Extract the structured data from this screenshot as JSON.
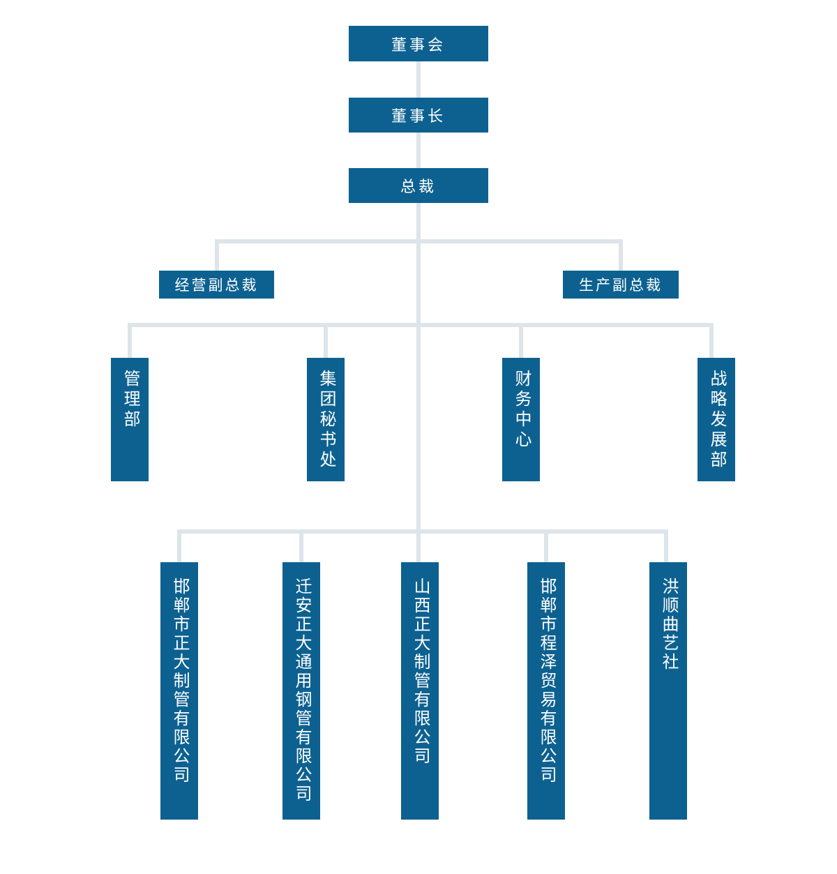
{
  "diagram": {
    "type": "org-chart",
    "background_color": "#ffffff",
    "node_color": "#0d6190",
    "node_text_color": "#ffffff",
    "connector_color": "#dde4ea"
  },
  "org": {
    "top_chain": [
      "董事会",
      "董事长",
      "总裁"
    ],
    "vice_presidents": [
      "经营副总裁",
      "生产副总裁"
    ],
    "departments": [
      "管理部",
      "集团秘书处",
      "财务中心",
      "战略发展部"
    ],
    "subsidiaries": [
      "邯郸市正大制管有限公司",
      "迁安正大通用钢管有限公司",
      "山西正大制管有限公司",
      "邯郸市程泽贸易有限公司",
      "洪顺曲艺社"
    ]
  }
}
